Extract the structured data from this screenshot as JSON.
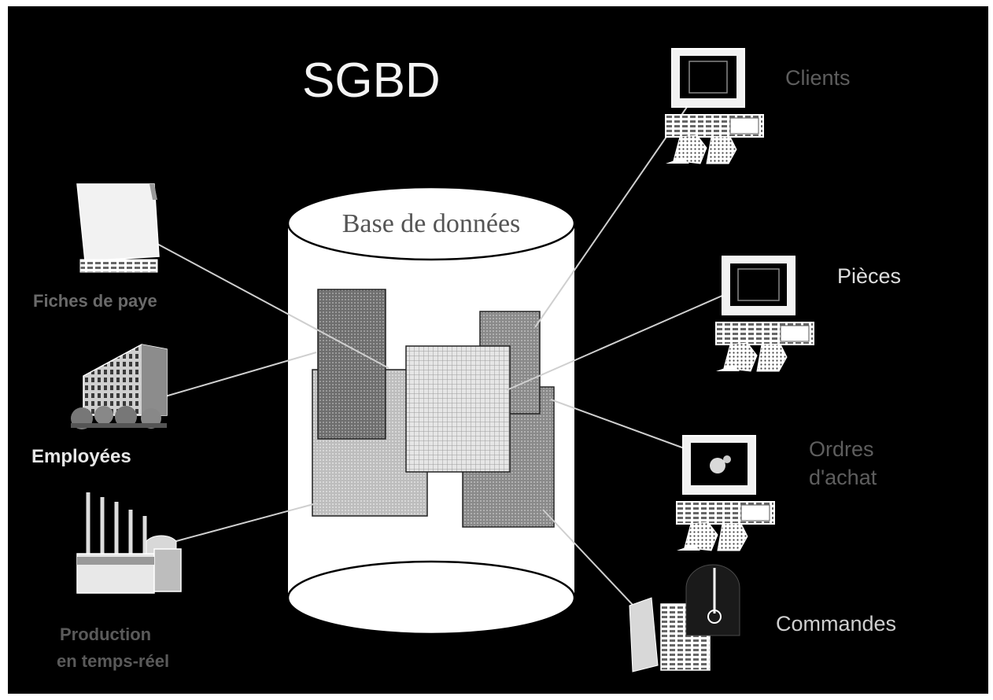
{
  "title": "SGBD",
  "database_label": "Base de données",
  "sources": {
    "payroll": "Fiches de paye",
    "employees": "Employées",
    "production_line1": "Production",
    "production_line2": "en temps-réel"
  },
  "clients": {
    "clients": "Clients",
    "parts": "Pièces",
    "orders_line1": "Ordres",
    "orders_line2": "d'achat",
    "commands": "Commandes"
  },
  "colors": {
    "background": "#000000",
    "text_primary": "#f4f4f4",
    "text_dim": "#8a8a8a",
    "text_faint": "#5a5a5a"
  },
  "icons": {
    "payroll": "document-icon",
    "employees": "office-building-icon",
    "production": "factory-icon",
    "workstation": "computer-terminal-icon",
    "phone_operator": "headset-operator-icon"
  }
}
